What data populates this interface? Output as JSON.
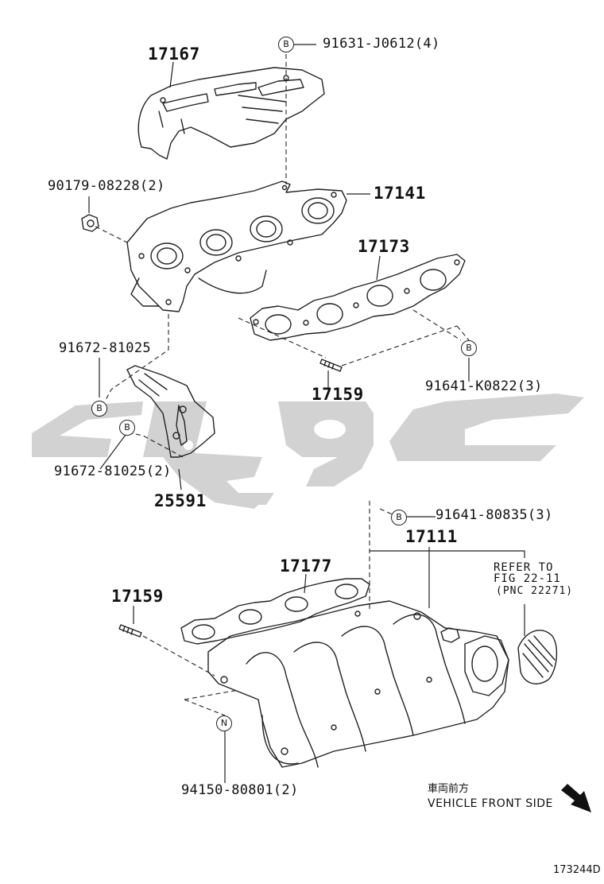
{
  "labels": {
    "p17167": "17167",
    "p91631": "91631-J0612(4)",
    "p90179": "90179-08228(2)",
    "p17141": "17141",
    "p17173": "17173",
    "p91672a": "91672-81025",
    "p17159a": "17159",
    "p91641k": "91641-K0822(3)",
    "p91672b": "91672-81025(2)",
    "p25591": "25591",
    "p91641b": "91641-80835(3)",
    "p17111": "17111",
    "p17177": "17177",
    "p17159b": "17159",
    "p94150": "94150-80801(2)"
  },
  "reference": {
    "line1": "REFER TO",
    "line2": "FIG 22-11",
    "line3": "(PNC 22271)"
  },
  "direction": {
    "japanese": "車両前方",
    "english": "VEHICLE FRONT SIDE"
  },
  "badges": {
    "b": "B",
    "n": "N"
  },
  "figure_code": "173244D",
  "colors": {
    "line": "#222222",
    "watermark": "#d2d2d2"
  }
}
